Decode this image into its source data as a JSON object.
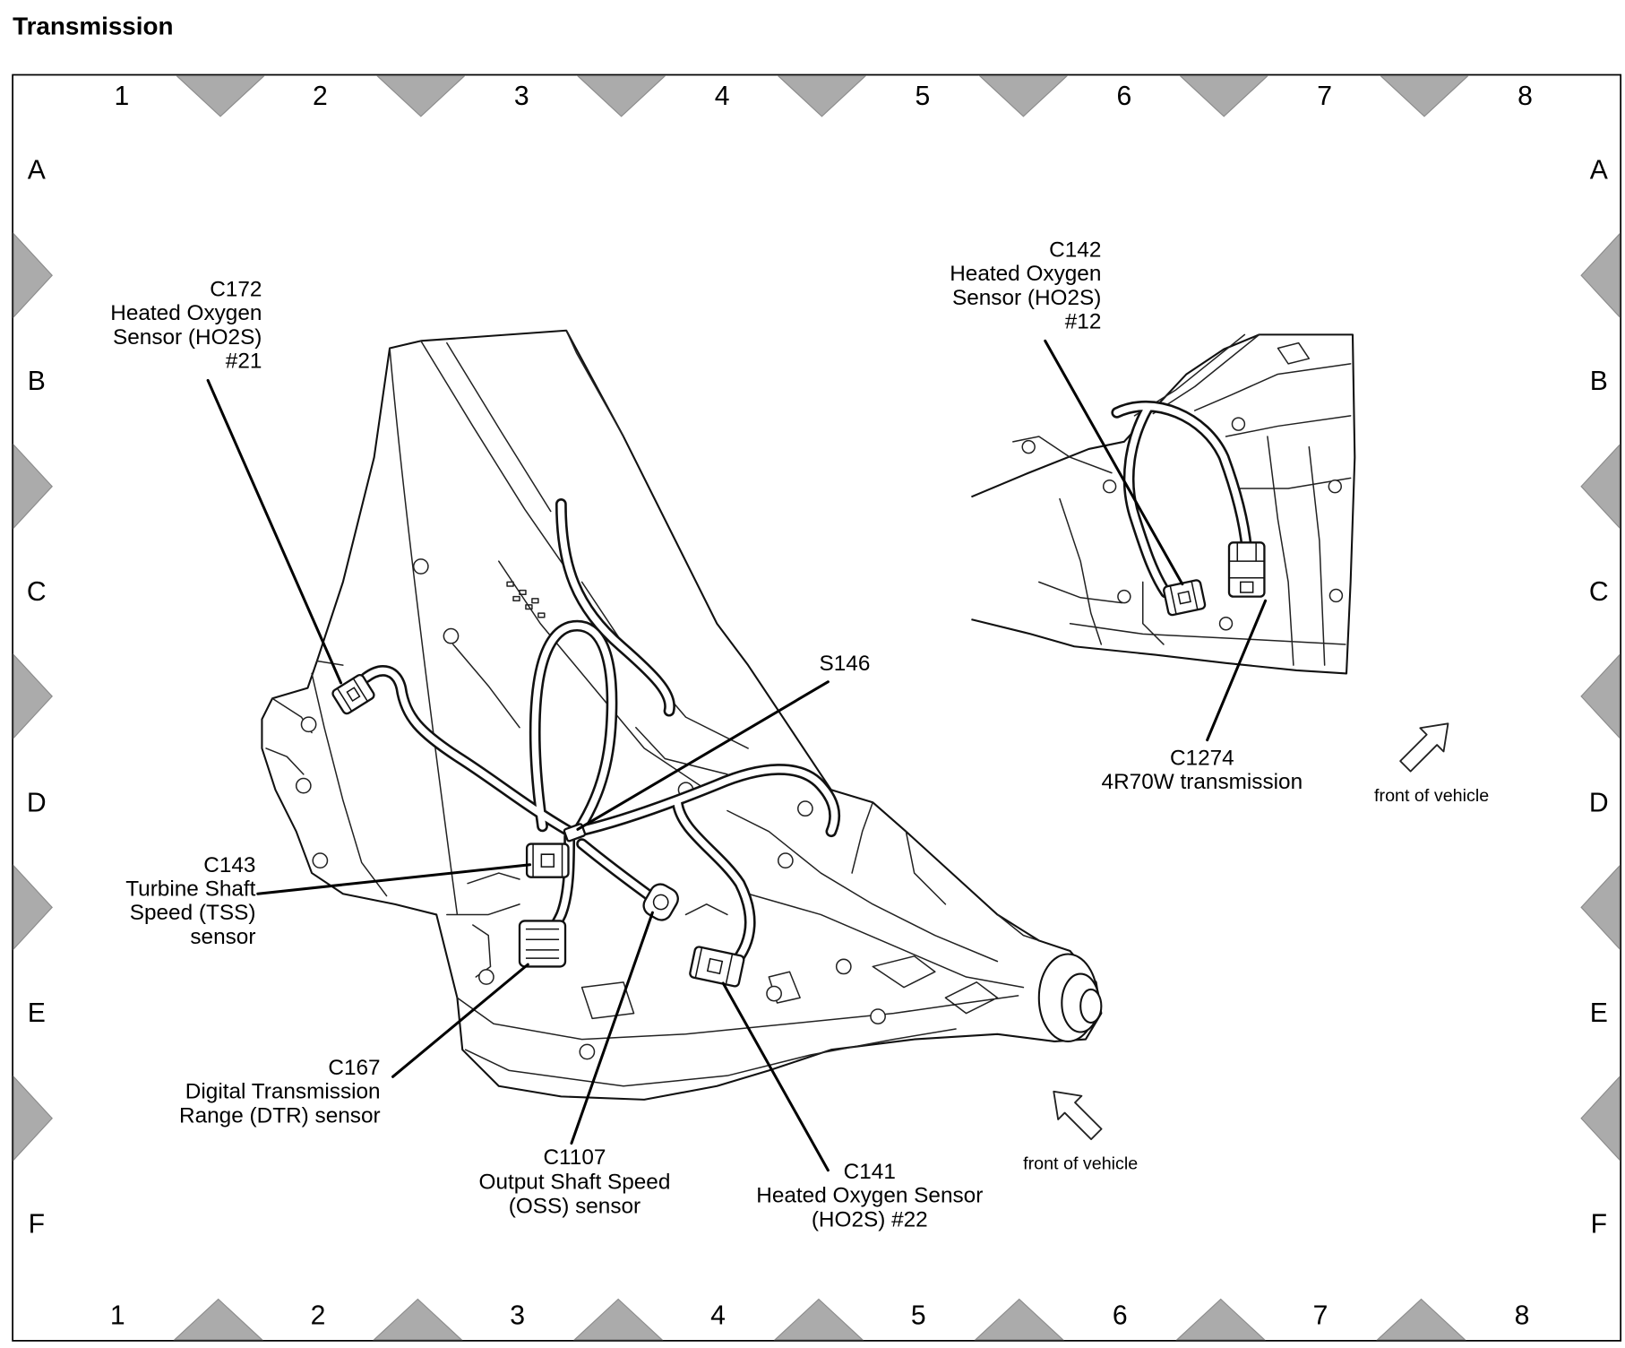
{
  "title": "Transmission",
  "grid": {
    "columns": [
      "1",
      "2",
      "3",
      "4",
      "5",
      "6",
      "7",
      "8"
    ],
    "rows": [
      "A",
      "B",
      "C",
      "D",
      "E",
      "F"
    ]
  },
  "callouts": {
    "c172": [
      "C172",
      "Heated Oxygen",
      "Sensor (HO2S)",
      "#21"
    ],
    "c142": [
      "C142",
      "Heated Oxygen",
      "Sensor (HO2S)",
      "#12"
    ],
    "s146": [
      "S146"
    ],
    "c1274": [
      "C1274",
      "4R70W transmission"
    ],
    "c143": [
      "C143",
      "Turbine Shaft",
      "Speed (TSS)",
      "sensor"
    ],
    "c167": [
      "C167",
      "Digital Transmission",
      "Range (DTR) sensor"
    ],
    "c1107": [
      "C1107",
      "Output Shaft Speed",
      "(OSS) sensor"
    ],
    "c141": [
      "C141",
      "Heated Oxygen Sensor",
      "(HO2S) #22"
    ]
  },
  "orientation": [
    {
      "label": "front of vehicle",
      "icon": "hollow-arrow-icon"
    },
    {
      "label": "front of vehicle",
      "icon": "hollow-arrow-icon"
    }
  ]
}
